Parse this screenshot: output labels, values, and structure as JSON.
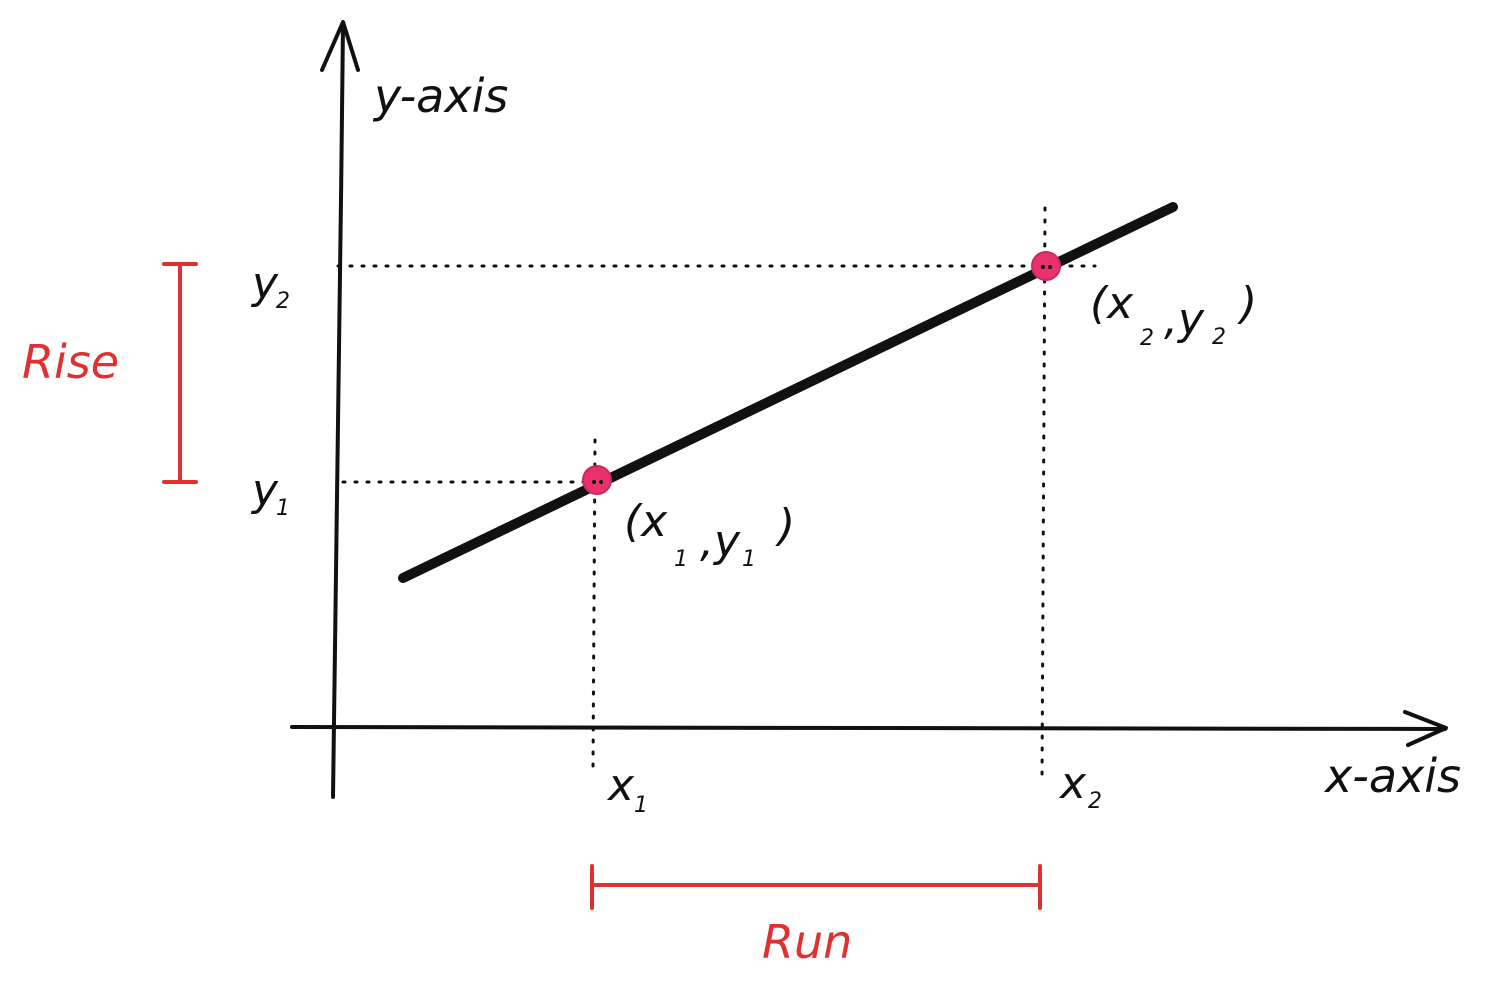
{
  "diagram": {
    "y_axis_label": "y-axis",
    "x_axis_label": "x-axis",
    "y2_label": "y",
    "y2_sub": "2",
    "y1_label": "y",
    "y1_sub": "1",
    "x1_label": "x",
    "x1_sub": "1",
    "x2_label": "x",
    "x2_sub": "2",
    "point1_label": {
      "open": "(x",
      "sub_x": "1",
      "mid": ",y",
      "sub_y": "1",
      "close": ")"
    },
    "point2_label": {
      "open": "(x",
      "sub_x": "2",
      "mid": ",y",
      "sub_y": "2",
      "close": ")"
    },
    "rise_label": "Rise",
    "run_label": "Run"
  },
  "colors": {
    "ink": "#111111",
    "accent": "#e03131",
    "point_fill": "#e8316d"
  }
}
